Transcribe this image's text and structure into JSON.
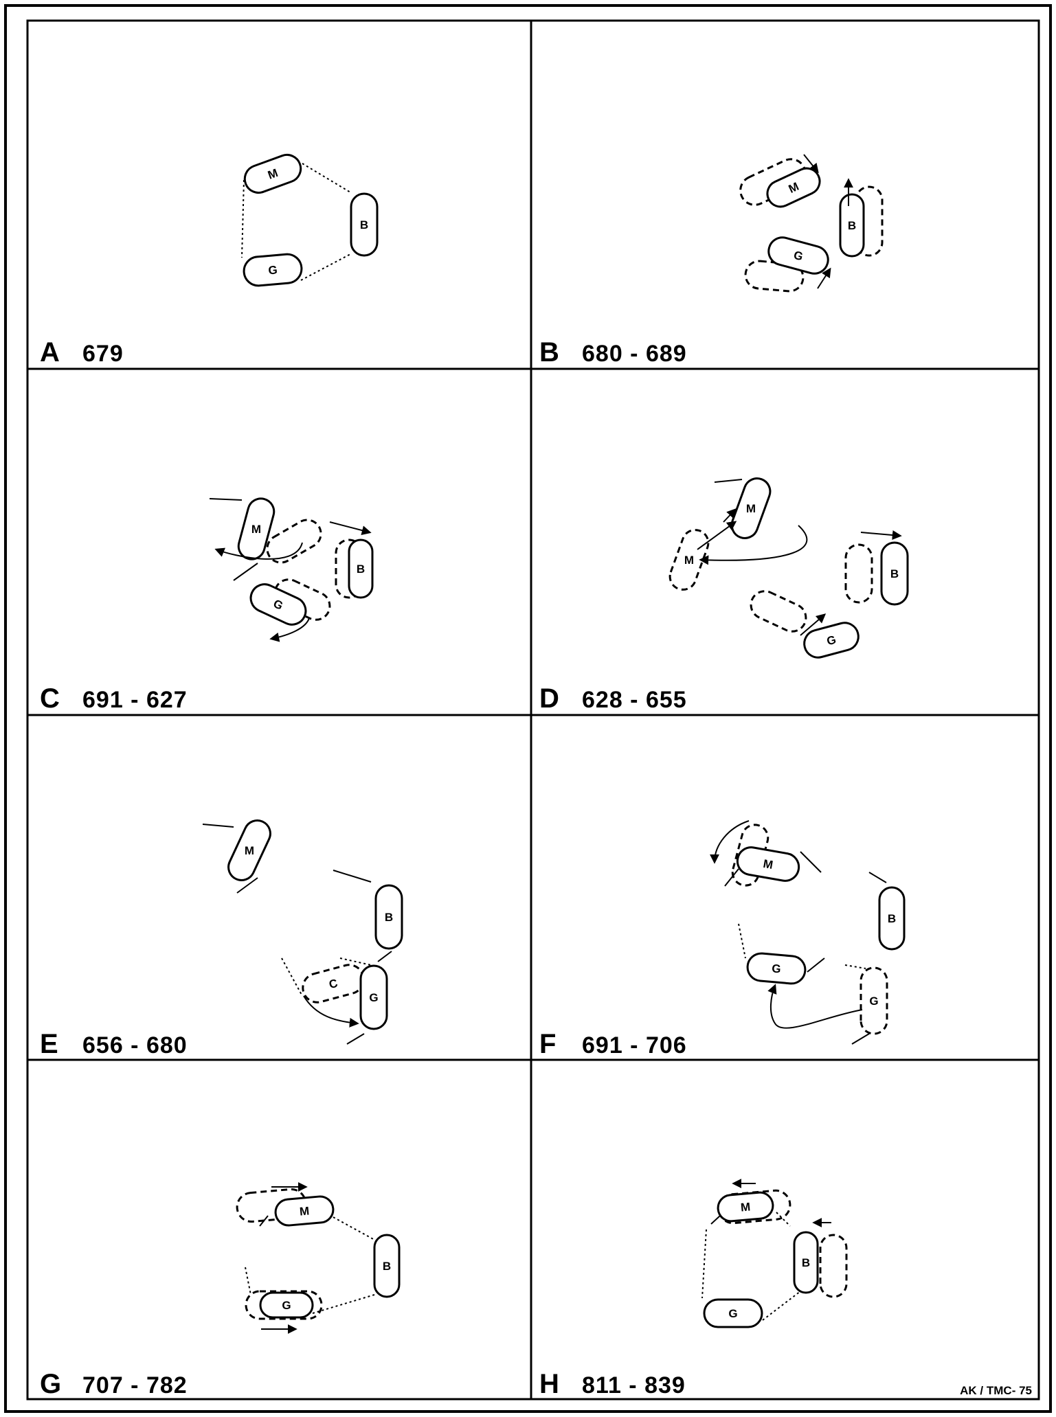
{
  "panels": [
    {
      "letter": "A",
      "range": "679",
      "bodies": [
        {
          "text": "M",
          "solid": true
        },
        {
          "text": "B",
          "solid": true
        },
        {
          "text": "G",
          "solid": true
        }
      ]
    },
    {
      "letter": "B",
      "range": "680 - 689",
      "bodies": [
        {
          "text": "M",
          "solid": true
        },
        {
          "text": "",
          "solid": false
        },
        {
          "text": "B",
          "solid": true
        },
        {
          "text": "",
          "solid": false
        },
        {
          "text": "G",
          "solid": true
        },
        {
          "text": "",
          "solid": false
        }
      ]
    },
    {
      "letter": "C",
      "range": "691 - 627",
      "bodies": [
        {
          "text": "M",
          "solid": true
        },
        {
          "text": "",
          "solid": false
        },
        {
          "text": "B",
          "solid": true
        },
        {
          "text": "",
          "solid": false
        },
        {
          "text": "G",
          "solid": true
        },
        {
          "text": "",
          "solid": false
        }
      ]
    },
    {
      "letter": "D",
      "range": "628 - 655",
      "bodies": [
        {
          "text": "M",
          "solid": true
        },
        {
          "text": "M",
          "solid": false
        },
        {
          "text": "B",
          "solid": true
        },
        {
          "text": "",
          "solid": false
        },
        {
          "text": "G",
          "solid": true
        },
        {
          "text": "",
          "solid": false
        }
      ]
    },
    {
      "letter": "E",
      "range": "656 - 680",
      "bodies": [
        {
          "text": "M",
          "solid": true
        },
        {
          "text": "B",
          "solid": true
        },
        {
          "text": "G",
          "solid": true
        },
        {
          "text": "C",
          "solid": false
        }
      ]
    },
    {
      "letter": "F",
      "range": "691 - 706",
      "bodies": [
        {
          "text": "M",
          "solid": true
        },
        {
          "text": "",
          "solid": false
        },
        {
          "text": "B",
          "solid": true
        },
        {
          "text": "G",
          "solid": true
        },
        {
          "text": "G",
          "solid": false
        }
      ]
    },
    {
      "letter": "G",
      "range": "707 - 782",
      "bodies": [
        {
          "text": "M",
          "solid": true
        },
        {
          "text": "",
          "solid": false
        },
        {
          "text": "B",
          "solid": true
        },
        {
          "text": "G",
          "solid": true
        },
        {
          "text": "",
          "solid": false
        }
      ]
    },
    {
      "letter": "H",
      "range": "811 - 839",
      "bodies": [
        {
          "text": "M",
          "solid": true
        },
        {
          "text": "",
          "solid": false
        },
        {
          "text": "B",
          "solid": true
        },
        {
          "text": "",
          "solid": false
        },
        {
          "text": "G",
          "solid": true
        }
      ]
    }
  ],
  "credit": "AK / TMC- 75"
}
